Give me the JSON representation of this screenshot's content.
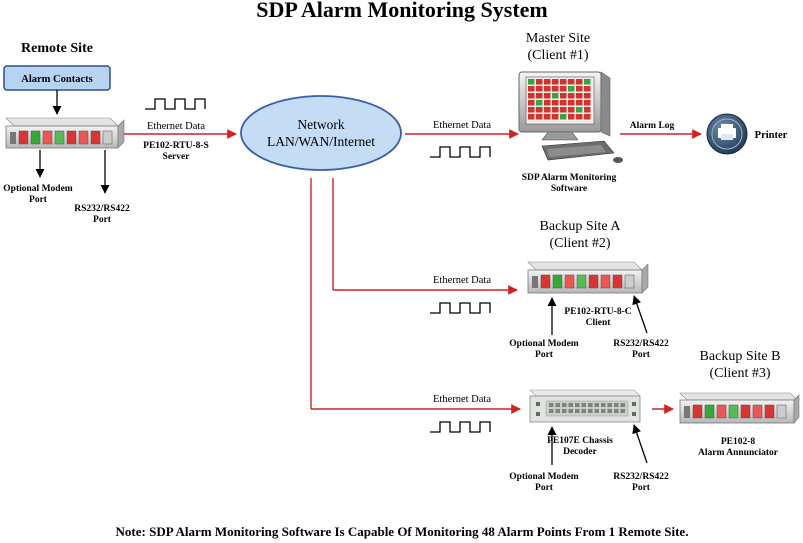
{
  "title": "SDP Alarm Monitoring System",
  "remote": {
    "heading": "Remote Site",
    "contacts": "Alarm Contacts",
    "modem": [
      "Optional Modem",
      "Port"
    ],
    "rs232": [
      "RS232/RS422",
      "Port"
    ],
    "device": [
      "PE102-RTU-8-S",
      "Server"
    ],
    "ethernet": "Ethernet Data"
  },
  "network": {
    "line1": "Network",
    "line2": "LAN/WAN/Internet"
  },
  "master": {
    "heading": [
      "Master Site",
      "(Client #1)"
    ],
    "ethernet": "Ethernet Data",
    "software": [
      "SDP Alarm Monitoring",
      "Software"
    ],
    "log": "Alarm Log",
    "printer": "Printer"
  },
  "backup_a": {
    "heading": [
      "Backup Site A",
      "(Client #2)"
    ],
    "ethernet": "Ethernet Data",
    "device": [
      "PE102-RTU-8-C",
      "Client"
    ],
    "modem": [
      "Optional Modem",
      "Port"
    ],
    "rs232": [
      "RS232/RS422",
      "Port"
    ]
  },
  "backup_b": {
    "heading": [
      "Backup Site B",
      "(Client #3)"
    ],
    "ethernet": "Ethernet Data",
    "chassis": [
      "PE107E Chassis",
      "Decoder"
    ],
    "modem": [
      "Optional Modem",
      "Port"
    ],
    "rs232": [
      "RS232/RS422",
      "Port"
    ],
    "annunciator": [
      "PE102-8",
      "Alarm Annunciator"
    ]
  },
  "note": "Note: SDP Alarm Monitoring Software Is Capable Of Monitoring 48 Alarm Points From 1 Remote Site.",
  "colors": {
    "arrow_red": "#d42020",
    "network_fill": "#c5dcf5",
    "network_stroke": "#3a5ea8",
    "contacts_fill": "#b8d3f0",
    "panel": "#dcdcdc",
    "printer": "#2b4a66"
  }
}
